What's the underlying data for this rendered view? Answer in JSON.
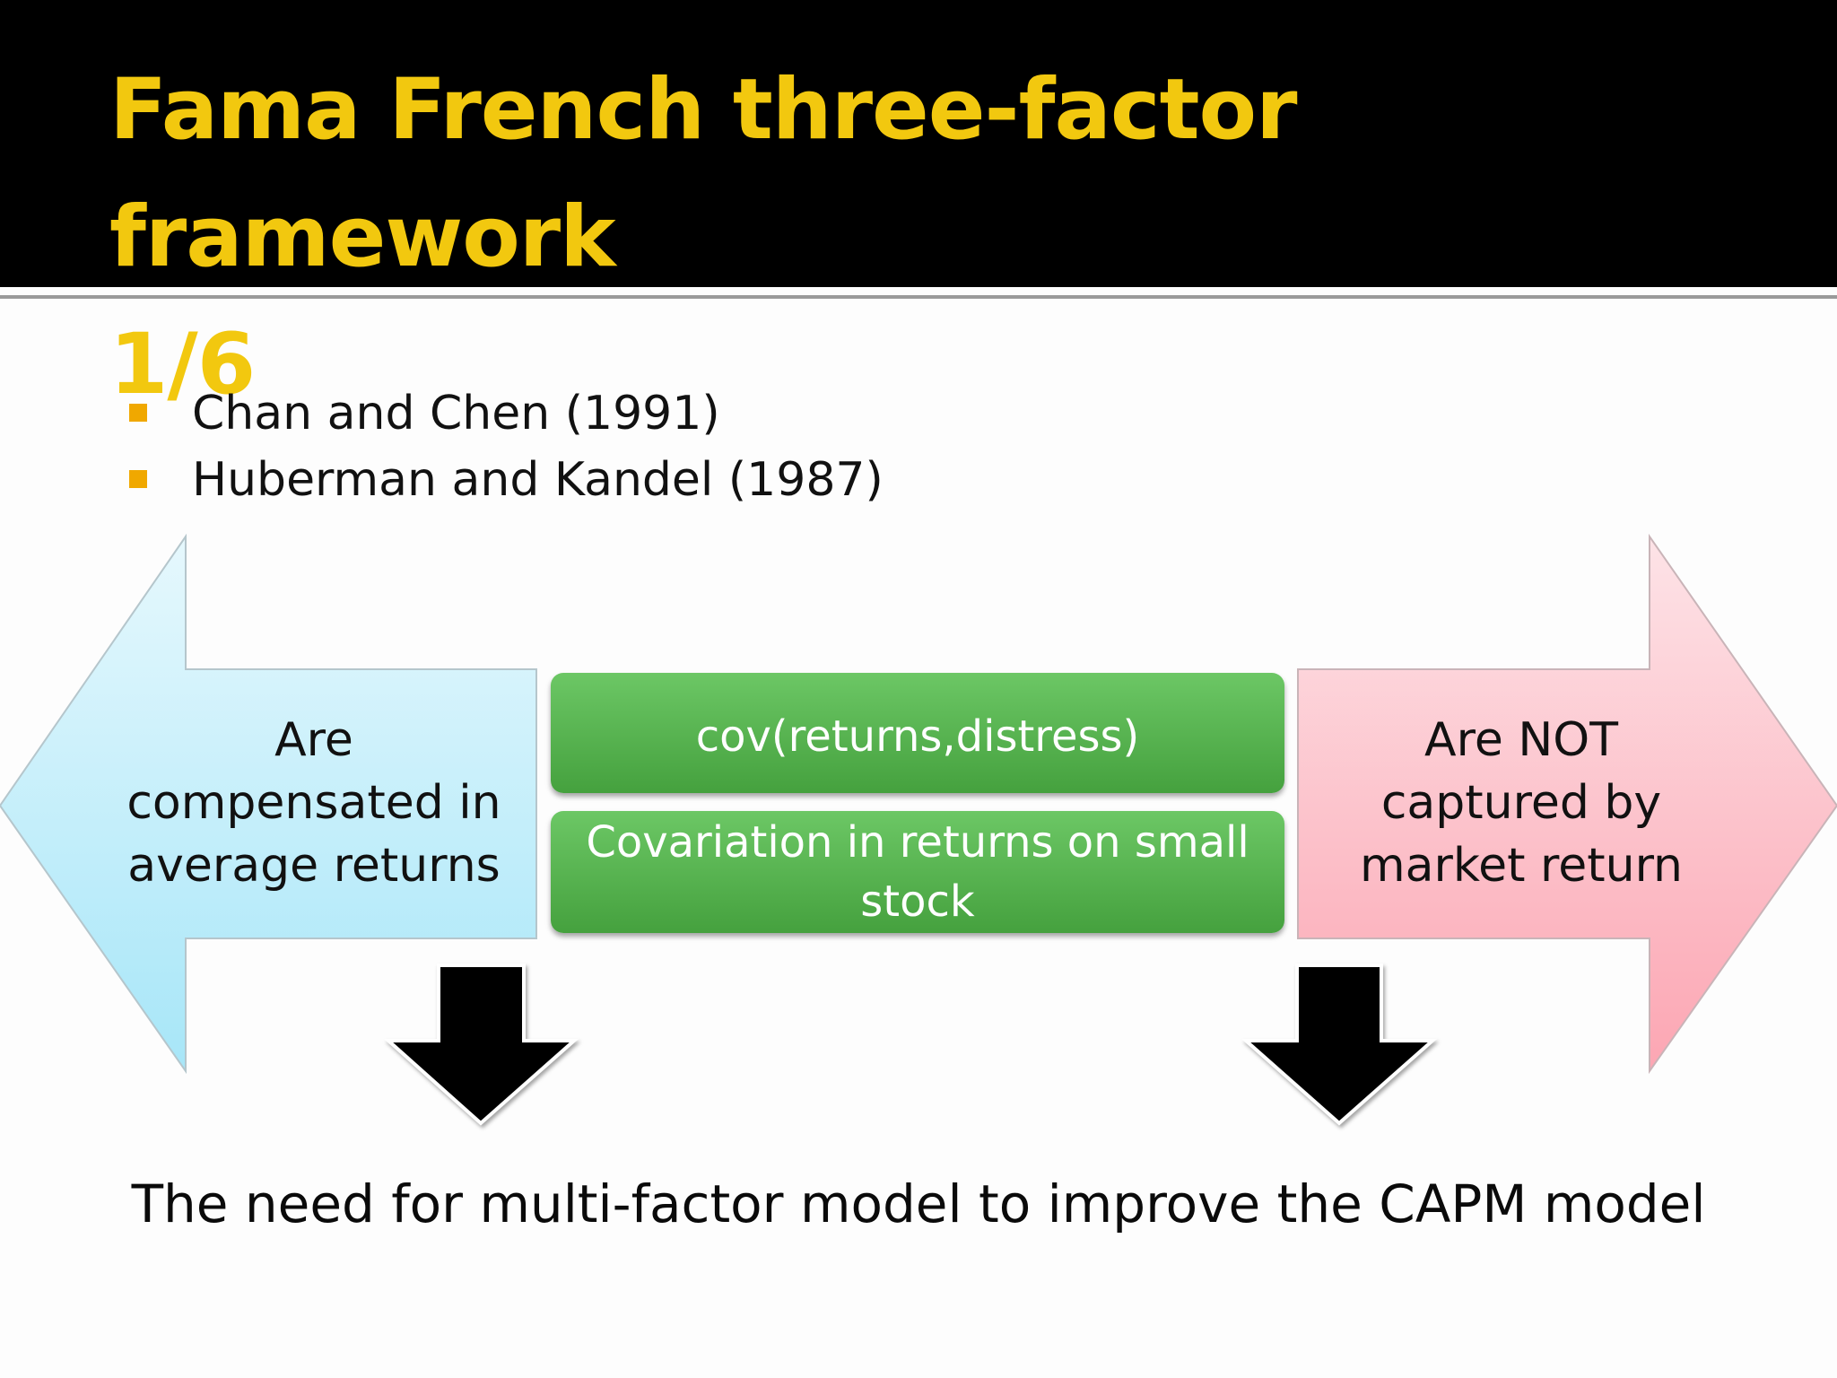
{
  "slide": {
    "title_line1": "Fama French three-factor framework",
    "title_line2": "1/6",
    "title_color": "#f2c80f",
    "bullet_color": "#f0a800"
  },
  "bullets": [
    {
      "text": "Chan and Chen (1991)"
    },
    {
      "text": "Huberman and Kandel (1987)"
    }
  ],
  "diagram": {
    "left_arrow": {
      "lines": [
        "Are",
        "compensated in",
        "average returns"
      ],
      "color": "#aeeaf8"
    },
    "right_arrow": {
      "lines": [
        "Are NOT",
        "captured by",
        "market return"
      ],
      "color": "#fcaab6"
    },
    "center_boxes": [
      {
        "lines": [
          "cov(returns,distress)"
        ]
      },
      {
        "lines": [
          "Covariation in returns on small",
          "stock"
        ]
      }
    ],
    "box_color": "#55b04d"
  },
  "conclusion": "The need for multi-factor model to improve the CAPM model"
}
